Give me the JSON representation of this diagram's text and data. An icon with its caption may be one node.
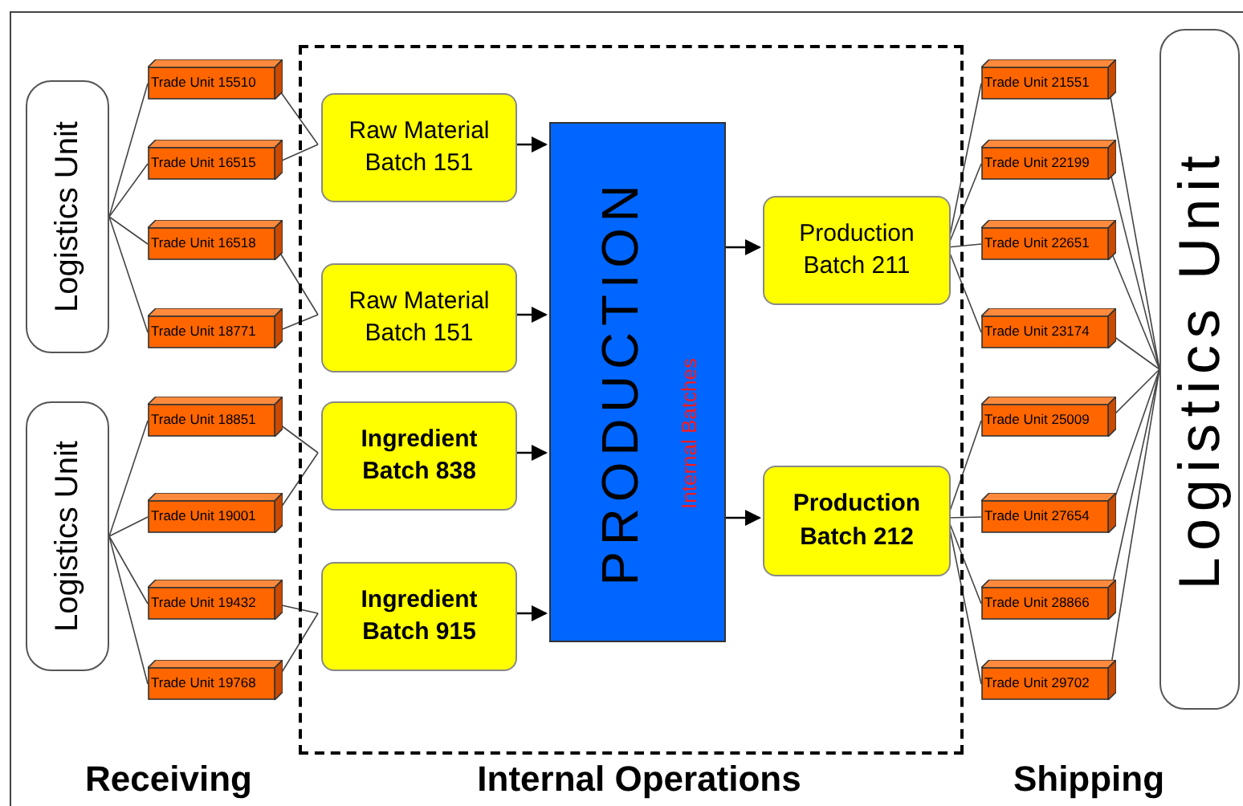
{
  "diagram": {
    "nodes": [
      {
        "text": [
          "Logistics Unit"
        ]
      },
      {
        "text": [
          "Logistics Unit"
        ]
      },
      {
        "text": [
          "Trade Unit 15510"
        ]
      },
      {
        "text": [
          "Trade Unit 16515"
        ]
      },
      {
        "text": [
          "Trade Unit 16518"
        ]
      },
      {
        "text": [
          "Trade Unit 18771"
        ]
      },
      {
        "text": [
          "Trade Unit 18851"
        ]
      },
      {
        "text": [
          "Trade Unit 19001"
        ]
      },
      {
        "text": [
          "Trade Unit 19432"
        ]
      },
      {
        "text": [
          "Trade Unit 19768"
        ]
      },
      {
        "text": [],
        "shape": "box"
      },
      {
        "text": [
          "Raw Material Batch 151"
        ],
        "in": 10
      },
      {
        "text": [
          "Raw Material Batch 151"
        ],
        "in": 10
      },
      {
        "text": [
          "Ingredient Batch 838"
        ],
        "in": 10
      },
      {
        "text": [
          "Ingredient Batch 915"
        ],
        "in": 10
      },
      {
        "text": [
          "PRODUCTION",
          "Internal Batches"
        ],
        "in": 10
      },
      {
        "text": [
          "Production Batch 211"
        ],
        "in": 10
      },
      {
        "text": [
          "Production Batch 212"
        ],
        "in": 10
      },
      {
        "text": [
          "Trade Unit 21551"
        ]
      },
      {
        "text": [
          "Trade Unit 22199"
        ]
      },
      {
        "text": [
          "Trade Unit 22651"
        ]
      },
      {
        "text": [
          "Trade Unit 23174"
        ]
      },
      {
        "text": [
          "Trade Unit 25009"
        ]
      },
      {
        "text": [
          "Trade Unit 27654"
        ]
      },
      {
        "text": [
          "Trade Unit 28866"
        ]
      },
      {
        "text": [
          "Trade Unit 29702"
        ]
      },
      {
        "text": [
          "Logistics Unit"
        ]
      }
    ],
    "edges": [
      {
        "from": 0,
        "to": 2,
        "arrow": "none"
      },
      {
        "from": 0,
        "to": 3,
        "arrow": "none"
      },
      {
        "from": 0,
        "to": 4,
        "arrow": "none"
      },
      {
        "from": 0,
        "to": 5,
        "arrow": "none"
      },
      {
        "from": 1,
        "to": 6,
        "arrow": "none"
      },
      {
        "from": 1,
        "to": 7,
        "arrow": "none"
      },
      {
        "from": 1,
        "to": 8,
        "arrow": "none"
      },
      {
        "from": 1,
        "to": 9,
        "arrow": "none"
      },
      {
        "from": 2,
        "to": 11,
        "arrow": "none"
      },
      {
        "from": 3,
        "to": 11,
        "arrow": "none"
      },
      {
        "from": 4,
        "to": 12,
        "arrow": "none"
      },
      {
        "from": 5,
        "to": 12,
        "arrow": "none"
      },
      {
        "from": 6,
        "to": 13,
        "arrow": "none"
      },
      {
        "from": 7,
        "to": 13,
        "arrow": "none"
      },
      {
        "from": 8,
        "to": 14,
        "arrow": "none"
      },
      {
        "from": 9,
        "to": 14,
        "arrow": "none"
      },
      {
        "from": 11,
        "to": 15,
        "arrow": "to"
      },
      {
        "from": 12,
        "to": 15,
        "arrow": "to"
      },
      {
        "from": 13,
        "to": 15,
        "arrow": "to"
      },
      {
        "from": 14,
        "to": 15,
        "arrow": "to"
      },
      {
        "from": 15,
        "to": 16,
        "arrow": "to"
      },
      {
        "from": 15,
        "to": 17,
        "arrow": "to"
      },
      {
        "from": 16,
        "to": 18,
        "arrow": "none"
      },
      {
        "from": 16,
        "to": 19,
        "arrow": "none"
      },
      {
        "from": 16,
        "to": 20,
        "arrow": "none"
      },
      {
        "from": 16,
        "to": 21,
        "arrow": "none"
      },
      {
        "from": 17,
        "to": 22,
        "arrow": "none"
      },
      {
        "from": 17,
        "to": 23,
        "arrow": "none"
      },
      {
        "from": 17,
        "to": 24,
        "arrow": "none"
      },
      {
        "from": 17,
        "to": 25,
        "arrow": "none"
      },
      {
        "from": 18,
        "to": 26,
        "arrow": "none"
      },
      {
        "from": 19,
        "to": 26,
        "arrow": "none"
      },
      {
        "from": 20,
        "to": 26,
        "arrow": "none"
      },
      {
        "from": 21,
        "to": 26,
        "arrow": "none"
      },
      {
        "from": 22,
        "to": 26,
        "arrow": "none"
      },
      {
        "from": 23,
        "to": 26,
        "arrow": "none"
      },
      {
        "from": 24,
        "to": 26,
        "arrow": "none"
      },
      {
        "from": 25,
        "to": 26,
        "arrow": "none"
      }
    ],
    "labels": [
      "Receiving",
      "Internal Operations",
      "Shipping"
    ]
  }
}
